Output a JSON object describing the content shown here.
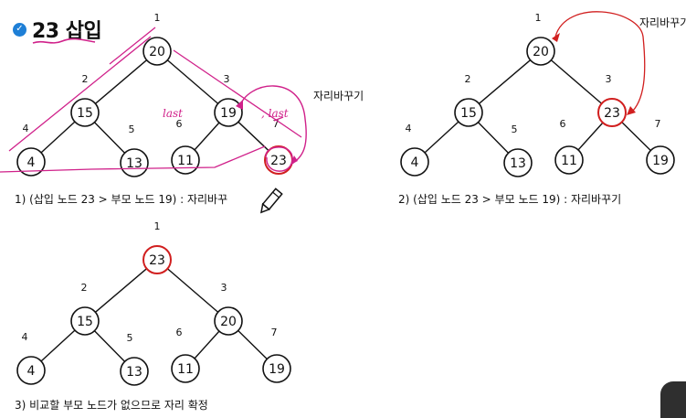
{
  "title": "23 삽입",
  "swap_label": "자리바꾸기",
  "annotations": {
    "last1": "last",
    "last2": ", last"
  },
  "colors": {
    "accent": "#d11f1f",
    "ink": "#d0218a",
    "node_stroke": "#111111",
    "check": "#1e7fd6"
  },
  "trees": [
    {
      "caption": "1) (삽입 노드 23 > 부모 노드 19) : 자리바꾸",
      "nodes": [
        {
          "index": "1",
          "value": "20",
          "highlight": false
        },
        {
          "index": "2",
          "value": "15",
          "highlight": false
        },
        {
          "index": "3",
          "value": "19",
          "highlight": false
        },
        {
          "index": "4",
          "value": "4",
          "highlight": false
        },
        {
          "index": "5",
          "value": "13",
          "highlight": false
        },
        {
          "index": "6",
          "value": "11",
          "highlight": false
        },
        {
          "index": "7",
          "value": "23",
          "highlight": true
        }
      ]
    },
    {
      "caption": "2) (삽입 노드 23 > 부모 노드 19) : 자리바꾸기",
      "nodes": [
        {
          "index": "1",
          "value": "20",
          "highlight": false
        },
        {
          "index": "2",
          "value": "15",
          "highlight": false
        },
        {
          "index": "3",
          "value": "23",
          "highlight": true
        },
        {
          "index": "4",
          "value": "4",
          "highlight": false
        },
        {
          "index": "5",
          "value": "13",
          "highlight": false
        },
        {
          "index": "6",
          "value": "11",
          "highlight": false
        },
        {
          "index": "7",
          "value": "19",
          "highlight": false
        }
      ]
    },
    {
      "caption": "3) 비교할 부모 노드가 없으므로 자리 확정",
      "nodes": [
        {
          "index": "1",
          "value": "23",
          "highlight": true
        },
        {
          "index": "2",
          "value": "15",
          "highlight": false
        },
        {
          "index": "3",
          "value": "20",
          "highlight": false
        },
        {
          "index": "4",
          "value": "4",
          "highlight": false
        },
        {
          "index": "5",
          "value": "13",
          "highlight": false
        },
        {
          "index": "6",
          "value": "11",
          "highlight": false
        },
        {
          "index": "7",
          "value": "19",
          "highlight": false
        }
      ]
    }
  ]
}
